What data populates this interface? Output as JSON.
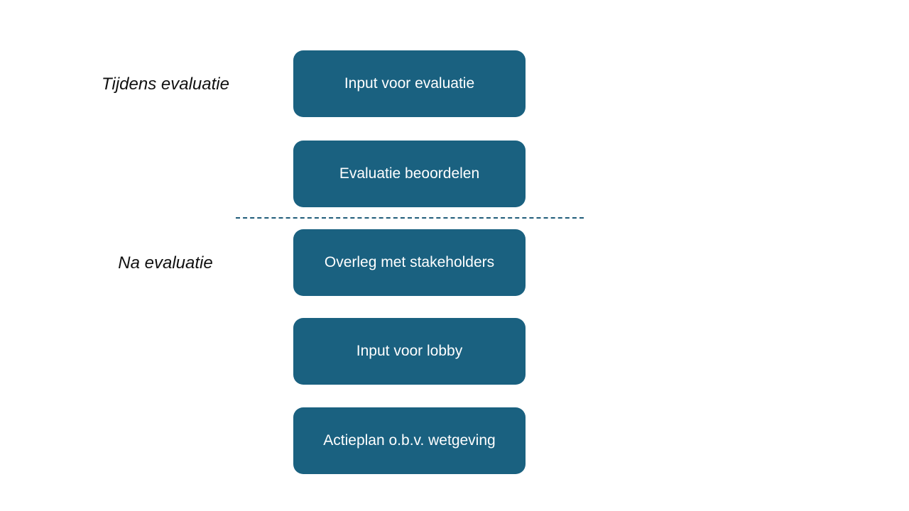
{
  "phases": {
    "during": "Tijdens evaluatie",
    "after": "Na evaluatie"
  },
  "steps": [
    {
      "label": "Input voor evaluatie"
    },
    {
      "label": "Evaluatie beoordelen"
    },
    {
      "label": "Overleg met stakeholders"
    },
    {
      "label": "Input voor lobby"
    },
    {
      "label": "Actieplan o.b.v. wetgeving"
    }
  ],
  "colors": {
    "box_fill": "#1a6180",
    "box_text": "#ffffff",
    "divider": "#1f5c7a"
  }
}
